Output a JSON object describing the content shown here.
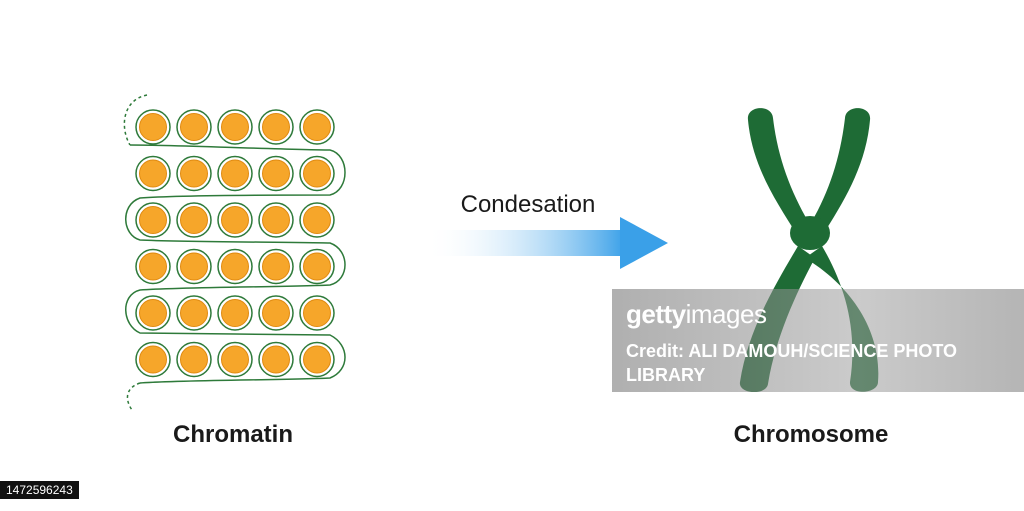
{
  "diagram": {
    "left_label": "Chromatin",
    "arrow_label": "Condesation",
    "right_label": "Chromosome",
    "nucleosome_grid": {
      "rows": 6,
      "cols": 5
    },
    "colors": {
      "nucleosome_fill": "#f6a62a",
      "nucleosome_ring": "#2e7a3a",
      "dna_strand": "#2e7a3a",
      "chromosome": "#1e6b35",
      "arrow_start": "#ffffff",
      "arrow_end": "#3aa0e8"
    }
  },
  "watermark": {
    "logo_bold": "getty",
    "logo_thin": "images",
    "credit": "Credit: ALI DAMOUH/SCIENCE PHOTO LIBRARY"
  },
  "image_id": "1472596243"
}
